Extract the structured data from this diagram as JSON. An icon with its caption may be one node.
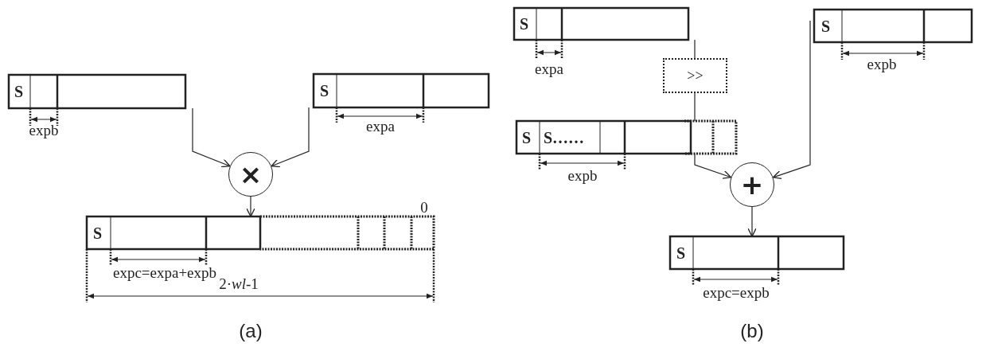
{
  "diagram": {
    "nodes": [
      {
        "text": [
          "S"
        ],
        "beside": [
          "expb"
        ]
      },
      {
        "text": [
          "S"
        ],
        "beside": [
          "expa"
        ]
      },
      {
        "text": [
          "×"
        ]
      },
      {
        "text": [
          "S"
        ],
        "beside": [
          "expc=expa+expb"
        ]
      },
      {
        "text": [
          "S"
        ],
        "beside": [
          "expa"
        ]
      },
      {
        "text": [
          ">>"
        ]
      },
      {
        "text": [
          "S",
          "S……"
        ],
        "beside": [
          "expb"
        ]
      },
      {
        "text": [
          "S"
        ],
        "beside": [
          "expb"
        ]
      },
      {
        "text": [
          "+"
        ]
      },
      {
        "text": [
          "S"
        ],
        "beside": [
          "expc=expb"
        ]
      }
    ],
    "edges": [
      {
        "from": 0,
        "to": 2,
        "arrow": "to"
      },
      {
        "from": 1,
        "to": 2,
        "arrow": "to"
      },
      {
        "from": 2,
        "to": 3,
        "arrow": "to"
      },
      {
        "from": 4,
        "to": 5,
        "arrow": "none"
      },
      {
        "from": 5,
        "to": 6,
        "arrow": "none"
      },
      {
        "from": 6,
        "to": 8,
        "arrow": "to"
      },
      {
        "from": 7,
        "to": 8,
        "arrow": "to"
      },
      {
        "from": 8,
        "to": 9,
        "arrow": "to"
      }
    ],
    "labels": [
      "0",
      "2·*wl*-1",
      "(a)",
      "(b)"
    ]
  }
}
